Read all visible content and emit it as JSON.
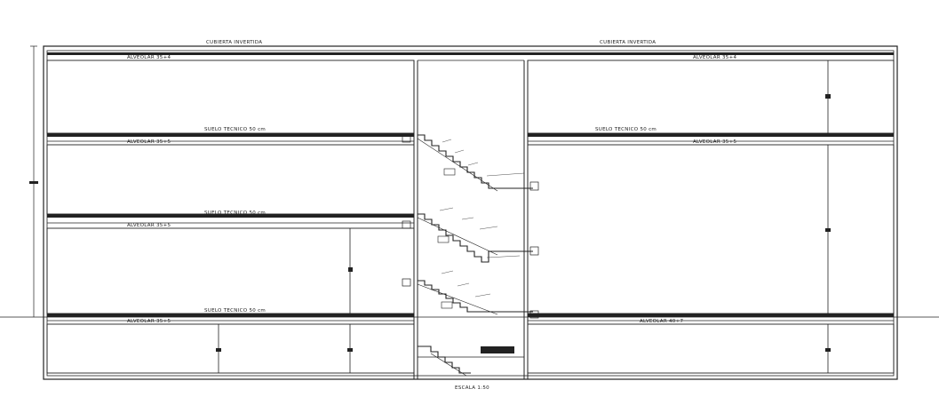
{
  "drawing": {
    "roof_labels": [
      "CUBIERTA INVERTIDA",
      "CUBIERTA INVERTIDA"
    ],
    "alveolar_labels": [
      "ALVEOLAR 35+4",
      "ALVEOLAR 35+4",
      "ALVEOLAR 35+5",
      "ALVEOLAR 35+5",
      "ALVEOLAR 35+5",
      "ALVEOLAR 35+5",
      "ALVEOLAR 40+7"
    ],
    "technical_floor_labels": [
      "SUELO TECNICO 50 cm",
      "SUELO TECNICO 50 cm",
      "SUELO TECNICO 50 cm",
      "SUELO TECNICO 50 cm"
    ],
    "scale_label": "ESCALA 1:50",
    "line_color": "#222222",
    "background_color": "#ffffff"
  }
}
